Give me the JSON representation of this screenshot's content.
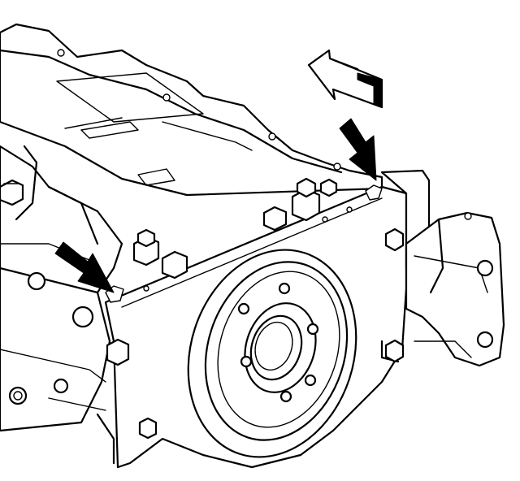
{
  "figure": {
    "callout_arrows": [
      {
        "name": "arrow-right-seal-location"
      },
      {
        "name": "arrow-left-seal-location"
      }
    ],
    "direction_arrow": {
      "name": "removal-direction-arrow"
    },
    "colors": {
      "line": "#000000",
      "background": "#ffffff"
    }
  }
}
